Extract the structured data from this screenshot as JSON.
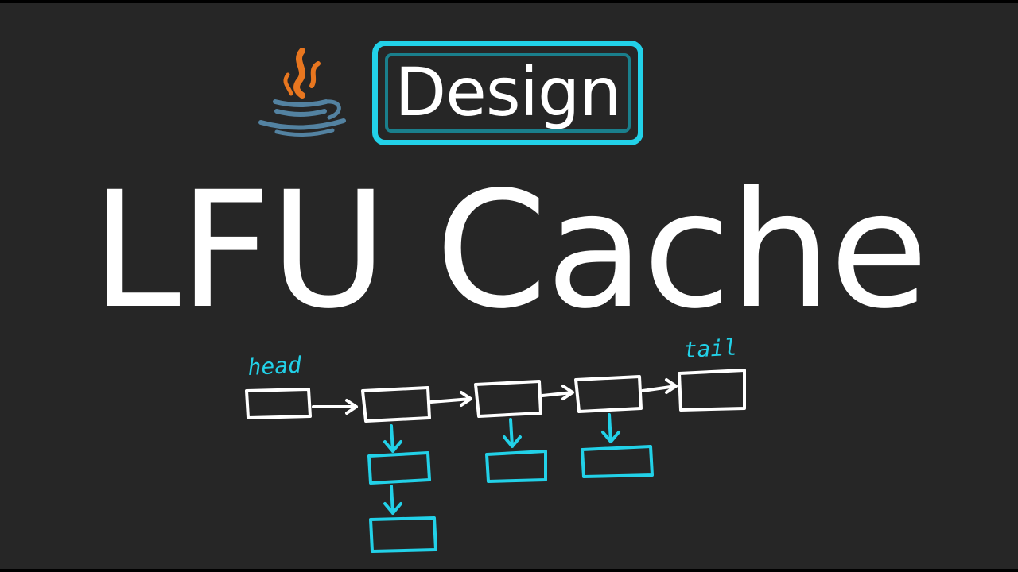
{
  "badge": {
    "label": "Design"
  },
  "title": {
    "text": "LFU Cache"
  },
  "diagram": {
    "head_label": "head",
    "tail_label": "tail"
  },
  "colors": {
    "background": "#262626",
    "accent_cyan": "#22d1e8",
    "text_white": "#ffffff",
    "java_orange": "#e8761f",
    "java_blue": "#5382a1"
  },
  "icons": {
    "logo": "java-logo-icon"
  }
}
